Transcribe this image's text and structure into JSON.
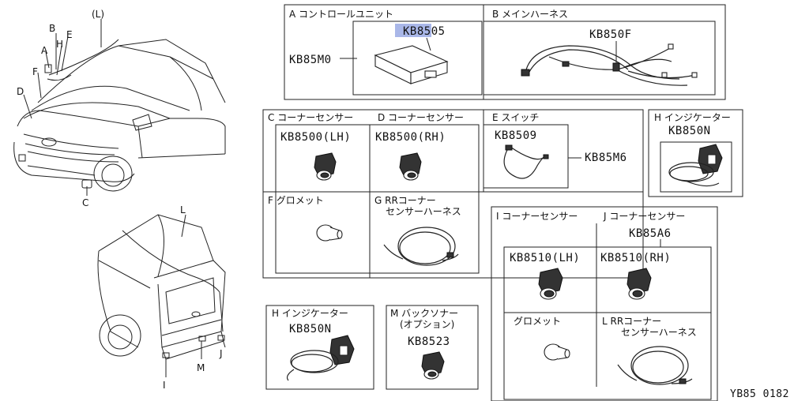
{
  "vehicle_callouts": {
    "front": [
      "(L)",
      "B",
      "E",
      "A",
      "H",
      "F",
      "D",
      "C"
    ],
    "rear": [
      "L",
      "I",
      "M",
      "J"
    ]
  },
  "sections": {
    "A": {
      "title": "A コントロールユニット",
      "part_no": "KB8505",
      "assembly_no": "KB85M0",
      "highlight_color": "#a9b7e8"
    },
    "B": {
      "title": "B メインハーネス",
      "part_no": "KB850F"
    },
    "C": {
      "title": "C コーナーセンサー",
      "part_no": "KB8500(LH)"
    },
    "D": {
      "title": "D コーナーセンサー",
      "part_no": "KB8500(RH)"
    },
    "E": {
      "title": "E スイッチ",
      "part_no": "KB8509",
      "kit_no": "KB85M6"
    },
    "H_top": {
      "title": "H インジケーター",
      "part_no": "KB850N"
    },
    "F": {
      "title": "F グロメット"
    },
    "G": {
      "title_line1": "G RRコーナー",
      "title_line2": "センサーハーネス"
    },
    "I": {
      "title": "I コーナーセンサー",
      "part_no": "KB8510(LH)"
    },
    "J": {
      "title": "J コーナーセンサー",
      "part_no": "KB8510(RH)",
      "kit_no": "KB85A6"
    },
    "grommet2": {
      "title": "グロメット"
    },
    "L": {
      "title_line1": "L RRコーナー",
      "title_line2": "センサーハーネス"
    },
    "H_bottom": {
      "title": "H インジケーター",
      "part_no": "KB850N"
    },
    "M": {
      "title_line1": "M バックソナー",
      "title_line2": "(オプション)",
      "part_no": "KB8523"
    }
  },
  "diagram_code": "YB85 0182"
}
